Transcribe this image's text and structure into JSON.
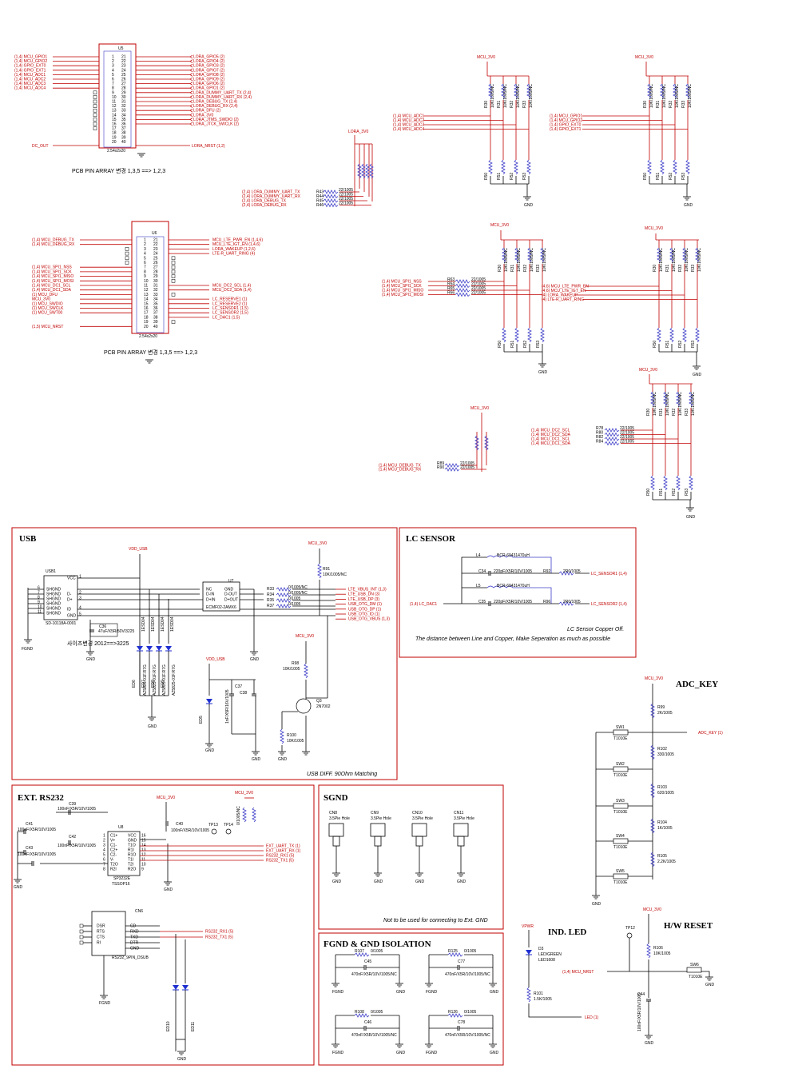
{
  "sections": {
    "usb": "USB",
    "lc_sensor": "LC SENSOR",
    "adc_key": "ADC_KEY",
    "ext_rs232": "EXT. RS232",
    "sgnd": "SGND",
    "fgnd_iso": "FGND & GND ISOLATION",
    "ind_led": "IND. LED",
    "hw_reset": "H/W RESET"
  },
  "u5": {
    "ref": "U5",
    "package": "2.54x2x20",
    "caption": "PCB PIN ARRAY 변경 1,3,5 ==> 1,2,3",
    "left_nets": [
      "(1,4) MCU_GPIO1",
      "(1,4) MCU_GPIO2",
      "(1,4) GPIO_EXT0",
      "(1,4) GPIO_EXT1",
      "(1,4) MCU_ADC1",
      "(1,4) MCU_ADC2",
      "(1,4) MCU_ADC3",
      "(1,4) MCU_ADC4"
    ],
    "right_nets": [
      "LORA_GPIO5 (2)",
      "LORA_GPIO4 (2)",
      "LORA_GPIO3 (2)",
      "LORA_GPIO7 (2)",
      "LORA_GPIO8 (2)",
      "LORA_GPIO9 (2)",
      "LORA_GPIO6 (2)",
      "LORA_GPIO1 (2)",
      "LORA_DUMMY_UART_TX (2,4)",
      "LORA_DUMMY_UART_RX (2,4)",
      "LORA_DEBUG_TX (2,4)",
      "LORA_DEBUG_RX (2,4)",
      "LORA_DFU (2)",
      "LORA_3V0",
      "LORA_JTMS_SWDIO (2)",
      "LORA_JTCK_SWCLK (2)"
    ],
    "dc_out": "DC_OUT",
    "nrst": "LORA_NRST (1,2)"
  },
  "lora_res": {
    "rail": "LORA_3V0",
    "nets": [
      "(2,4) LORA_DUMMY_UART_TX",
      "(2,4) LORA_DUMMY_UART_RX",
      "(2,4) LORA_DEBUG_TX",
      "(2,4) LORA_DEBUG_RX"
    ],
    "refs": [
      "R43",
      "R44",
      "R45",
      "R46"
    ],
    "val": "22/1005"
  },
  "adc_pullup": {
    "rail": "MCU_3V0",
    "nets": [
      "(1,4) MCU_ADC1",
      "(1,4) MCU_ADC2",
      "(1,4) MCU_ADC3",
      "(1,4) MCU_ADC4"
    ],
    "gnd": "GND"
  },
  "gpio_pullup": {
    "rail": "MCU_3V0",
    "nets": [
      "(1,4) MCU_GPIO1",
      "(1,4) MCU_GPIO2",
      "(1,4) GPIO_EXT0",
      "(1,4) GPIO_EXT1"
    ],
    "gnd": "GND"
  },
  "u6": {
    "ref": "U6",
    "package": "2.54x2x20",
    "caption": "PCB PIN ARRAY 변경 1,3,5 ==> 1,2,3",
    "left_nets": [
      "(1,4) MCU_DEBUG_TX",
      "(1,4) MCU_DEBUG_RX",
      "(1,4) MCU_SPI1_NSS",
      "(1,4) MCU_SPI1_SCK",
      "(1,4) MCU_SPI1_MISO",
      "(1,4) MCU_SPI1_MOSI",
      "(1,4) MCU_DC1_SCL",
      "(1,4) MCU_DC1_SDA",
      "(1) MCU_DFU",
      "MCU_3V0",
      "(1) MCU_SWDIO",
      "(1) MCU_SWCLK",
      "(1) MCU_SWT00",
      "(1,5) MCU_NRST"
    ],
    "right_nets": [
      "MCU_LTE_PWR_EN (1,4,6)",
      "MCU_LTE_IGT_EN (1,4,6)",
      "LORA_WAKEUP (1,2,6)",
      "LTE-R_UART_RING (4)",
      "MCU_DC2_SCL (1,4)",
      "MCU_DC2_SDA (1,4)",
      "LC_RESERVE1 (1)",
      "LC_RESERVE2 (1)",
      "LC_SENSOR1 (1,5)",
      "LC_SENSOR2 (1,5)",
      "LC_DAC1 (1,5)"
    ]
  },
  "spi_res": {
    "rail": "MCU_3V0",
    "nets": [
      "(1,4) MCU_SPI1_NSS",
      "(1,4) MCU_SPI1_SCK",
      "(1,4) MCU_SPI1_MISO",
      "(1,4) MCU_SPI1_MOSI"
    ],
    "refs": [
      "R63",
      "R64",
      "R65",
      "R66"
    ],
    "val": "22/1005",
    "gnd": "GND"
  },
  "lte_res": {
    "rail": "MCU_3V0",
    "nets": [
      "(4,6) MCU_LTE_PWR_EN",
      "(4,6) MCU_LTE_IGT_EN",
      "(4) LORA_WAKEUP",
      "(4) LTE-R_UART_RING"
    ],
    "gnd": "GND"
  },
  "i2c_res": {
    "rail": "MCU_3V0",
    "nets": [
      "(1,4) MCU_DC2_SCL",
      "(1,4) MCU_DC2_SDA",
      "(1,4) MCU_DC1_SCL",
      "(1,4) MCU_DC1_SDA"
    ],
    "refs": [
      "R78",
      "R80",
      "R82",
      "R84"
    ],
    "val": "22/1005",
    "gnd": "GND"
  },
  "debug_res": {
    "rail": "MCU_3V0",
    "nets": [
      "(1,4) MCU_DEBUG_TX",
      "(1,4) MCU_DEBUG_RX"
    ],
    "refs": [
      "R89",
      "R90"
    ],
    "val": "22/1005"
  },
  "usb": {
    "usb_ref": "USB1",
    "usb_part": "SD-10118A-0001",
    "shgnd": [
      "SHGND",
      "SHGND",
      "SHGND",
      "SHGND",
      "SHGND",
      "SHGND"
    ],
    "usb_pins": [
      "VCC",
      "D-",
      "D+",
      "ID",
      "GND"
    ],
    "vdd": "VDD_USB",
    "mcu3v0": "MCU_3V0",
    "u7_ref": "U7",
    "u7_part": "ECMF02-2AMX6",
    "u7_pins": [
      "NC",
      "D-IN",
      "D+IN",
      "GND",
      "D-OUT",
      "D+OUT"
    ],
    "r91": "R91",
    "r91_val": "10K/1005/NC",
    "c36": "C36",
    "c36_val": "47uF/X5R/50V/3225",
    "note_kr": "사이즈변경 2012==>3225",
    "rs": [
      "R33",
      "R34",
      "R35",
      "R37"
    ],
    "r_vals": [
      "0/1005/NC",
      "0/1005/NC",
      "0/1005",
      "0/1005"
    ],
    "out_nets": [
      "LTE_VBUS_INT (1,3)",
      "LTE_USB_DN (3)",
      "LTE_USB_DP (3)",
      "USB_OTG_DM (1)",
      "USB_OTG_DP (1)",
      "USB_OTG_ID (1)",
      "USB_OTG_VBUS (1,3)"
    ],
    "diodes": [
      "ED6",
      "ED7",
      "ED8",
      "ED9"
    ],
    "diode_part": "AZ5825-01F.R7G",
    "vdd2": "VDD_USB",
    "mcu3v0b": "MCU_3V0",
    "r98": "R98",
    "r98_val": "10K/1005",
    "q3": "Q3",
    "q3_part": "2N7002",
    "c37": "C37",
    "c38": "C38",
    "cap_val": "1nF/X5R/16V/1005",
    "ed5": "ED5",
    "r100": "R100",
    "r100_val": "10K/1005",
    "fgnd": "FGND",
    "gnd": "GND",
    "footer": "USB DIFF. 90Ohm Matching"
  },
  "lc": {
    "l4": "L4",
    "l5": "L5",
    "l_val": "BCR-69431470uH",
    "c34": "C34",
    "c35": "C35",
    "c_val": "220pF/X5R/10V/1005",
    "r92": "R92",
    "r96": "R96",
    "r_val": "2R0/1005",
    "out1": "LC_SENSOR1 (1,4)",
    "out2": "LC_SENSOR2 (1,4)",
    "dac": "(1,4) LC_DAC1",
    "note1": "LC Sensor Copper Off.",
    "note2": "The distance between Line and Copper, Make Seperation as much as possible"
  },
  "adc_key": {
    "rail": "MCU_3V0",
    "res": [
      {
        "ref": "R99",
        "val": "2K/1005"
      },
      {
        "ref": "R102",
        "val": "330/1005"
      },
      {
        "ref": "R103",
        "val": "620/1005"
      },
      {
        "ref": "R104",
        "val": "1K/1005"
      },
      {
        "ref": "R105",
        "val": "2.2K/1005"
      }
    ],
    "sw": [
      "SW1",
      "SW2",
      "SW3",
      "SW4",
      "SW5"
    ],
    "sw_part": "T1010E",
    "out": "ADC_KEY (1)",
    "gnd": "GND"
  },
  "rs232": {
    "rail": "MCU_3V0",
    "rail2": "MCU_3V0",
    "c39": "C39",
    "c41": "C41",
    "c42": "C42",
    "c43": "C43",
    "c40": "C40",
    "cap_val": "100nF/X5R/10V/1005",
    "u8": "U8",
    "u8_part": "SP3232E",
    "u8_pkg": "TSSOP16",
    "u8_pins": [
      "C1+",
      "V+",
      "C1-",
      "C2+",
      "C2-",
      "V-",
      "T2O",
      "R2I",
      "VCC",
      "GND",
      "T1O",
      "R1I",
      "R1O",
      "T1I",
      "T2I",
      "R2O"
    ],
    "tp13": "TP13",
    "tp14": "TP14",
    "r_nc": [
      "R?",
      "R?"
    ],
    "r_val": "0/1005/NC",
    "nets": [
      "EXT_UART_TX (1)",
      "EXT_UART_RX (1)",
      "RS232_RX1 (5)",
      "RS232_TX1 (5)"
    ],
    "cn6": "CN6",
    "cn6_part": "RS232_9PIN_DSUB",
    "cn6_pins": [
      "DSR",
      "RTS",
      "CTS",
      "RI",
      "CD",
      "RXD",
      "TXD",
      "DTR",
      "GND"
    ],
    "cn6_nets": [
      "RS232_RX1 (5)",
      "RS232_TX1 (5)"
    ],
    "ed": [
      "ED10",
      "ED11"
    ],
    "ed_part": "AZ5825-01F.R7G",
    "fgnd": "FGND",
    "gnd": "GND"
  },
  "sgnd": {
    "items": [
      {
        "ref": "CN8",
        "val": "3.5Pie Hole"
      },
      {
        "ref": "CN9",
        "val": "3.5Pie Hole"
      },
      {
        "ref": "CN10",
        "val": "3.5Pie Hole"
      },
      {
        "ref": "CN11",
        "val": "3.5Pie Hole"
      }
    ],
    "gnd": "GND",
    "note": "Not to be used for connecting to Ext. GND"
  },
  "fgnd": {
    "rows": [
      {
        "r": "R107",
        "c": "C45",
        "r2": "R125",
        "c2": "C77"
      },
      {
        "r": "R108",
        "c": "C46",
        "r2": "R126",
        "c2": "C78"
      }
    ],
    "r_val": "0/1005",
    "c_val": "470nF/X5R/10V/1005/NC",
    "fgnd": "FGND",
    "gnd": "GND"
  },
  "led": {
    "rail": "VPWR",
    "d3": "D3",
    "d3_part": "LED/GREEN",
    "d3_pkg": "LED1608",
    "r101": "R101",
    "r101_val": "1.5K/1005",
    "net": "LED (1)"
  },
  "reset": {
    "rail": "MCU_3V0",
    "tp12": "TP12",
    "r106": "R106",
    "r106_val": "10K/1005",
    "net": "(1,4) MCU_NRST",
    "c44": "C44",
    "c44_val": "100nF/X5R/10V/1005",
    "sw6": "SW6",
    "sw6_part": "T1010E",
    "gnd": "GND"
  }
}
